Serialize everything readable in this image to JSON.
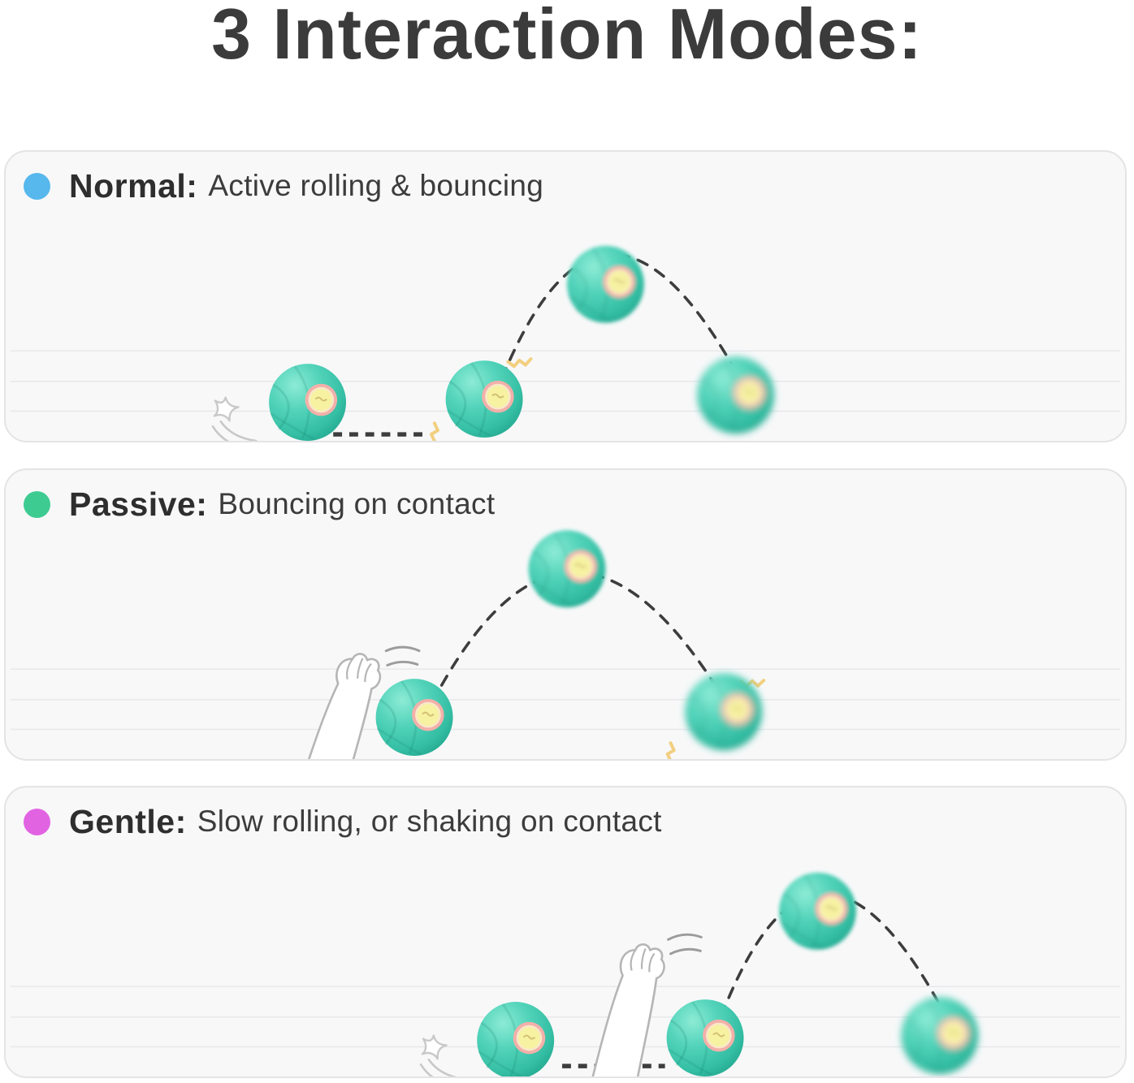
{
  "title": "3 Interaction Modes:",
  "modes": [
    {
      "label": "Normal:",
      "description": "Active rolling & bouncing",
      "bullet_color": "#56b8ec"
    },
    {
      "label": "Passive:",
      "description": "Bouncing on contact",
      "bullet_color": "#3ecb92"
    },
    {
      "label": "Gentle:",
      "description": "Slow rolling, or shaking on contact",
      "bullet_color": "#e263e2"
    }
  ],
  "colors": {
    "ball_teal": "#3ec9ae",
    "led_pink": "#f2b0a9",
    "led_yellow": "#f6f2a2",
    "trajectory_dash": "#3d3d3d",
    "vibration_yellow": "#f2cf80",
    "panel_background": "#f8f8f9",
    "panel_border": "#e4e4e7",
    "floor_line": "#e9e9ec",
    "title_text": "#3b3b3b"
  }
}
